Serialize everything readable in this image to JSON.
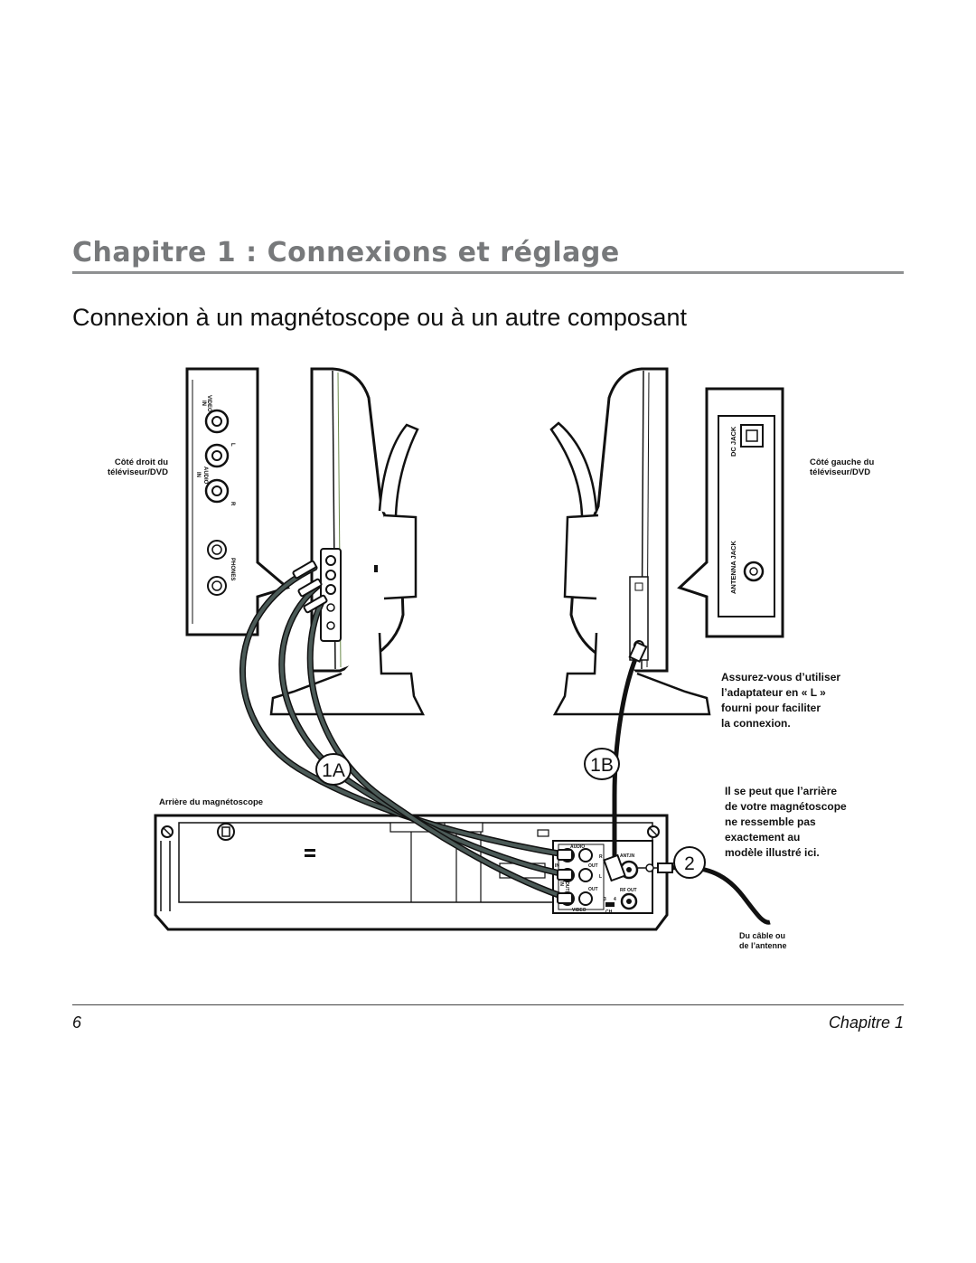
{
  "header": {
    "chapter_title": "Chapitre 1 : Connexions et réglage",
    "section_title": "Connexion à un magnétoscope ou à un autre composant",
    "colors": {
      "chapter_title": "#77797b",
      "rule": "#8e9091",
      "cable": "#4b5a57"
    }
  },
  "diagram": {
    "right_side_caption": [
      "Côté droit du",
      "téléviseur/DVD"
    ],
    "left_side_caption": [
      "Côté gauche du",
      "téléviseur/DVD"
    ],
    "vcr_caption": "Arrière du magnétoscope",
    "adapter_note": [
      "Assurez-vous d’utiliser",
      "l’adaptateur en « L »",
      "fourni pour faciliter",
      "la connexion."
    ],
    "vcr_note": [
      "Il se peut que l’arrière",
      "de votre magnétoscope",
      "ne ressemble pas",
      "exactement au",
      "modèle illustré ici."
    ],
    "cable_source": [
      "Du câble ou",
      "de l’antenne"
    ],
    "step_labels": {
      "step_1a": "1A",
      "step_1b": "1B",
      "step_2": "2"
    },
    "panel_right_labels": {
      "video": "VIDEO",
      "in": "IN",
      "audio": "AUDIO",
      "audio_in": "IN",
      "l": "L",
      "r": "R",
      "phones": "PHONES"
    },
    "panel_left_labels": {
      "dc_jack": "DC JACK",
      "antenna_jack": "ANTENNA JACK"
    },
    "vcr_jack_labels": {
      "audio": "AUDIO",
      "in": "IN",
      "out": "OUT",
      "out2": "OUT",
      "r": "R",
      "l": "L",
      "ant_in": "ANT.IN",
      "rf_out": "RF OUT",
      "ch3": "3",
      "ch4": "4",
      "ch": "CH.",
      "video": "VIDEO",
      "video_in": "IN",
      "video_out": "OUT"
    }
  },
  "footer": {
    "page_number": "6",
    "chapter": "Chapitre 1"
  }
}
